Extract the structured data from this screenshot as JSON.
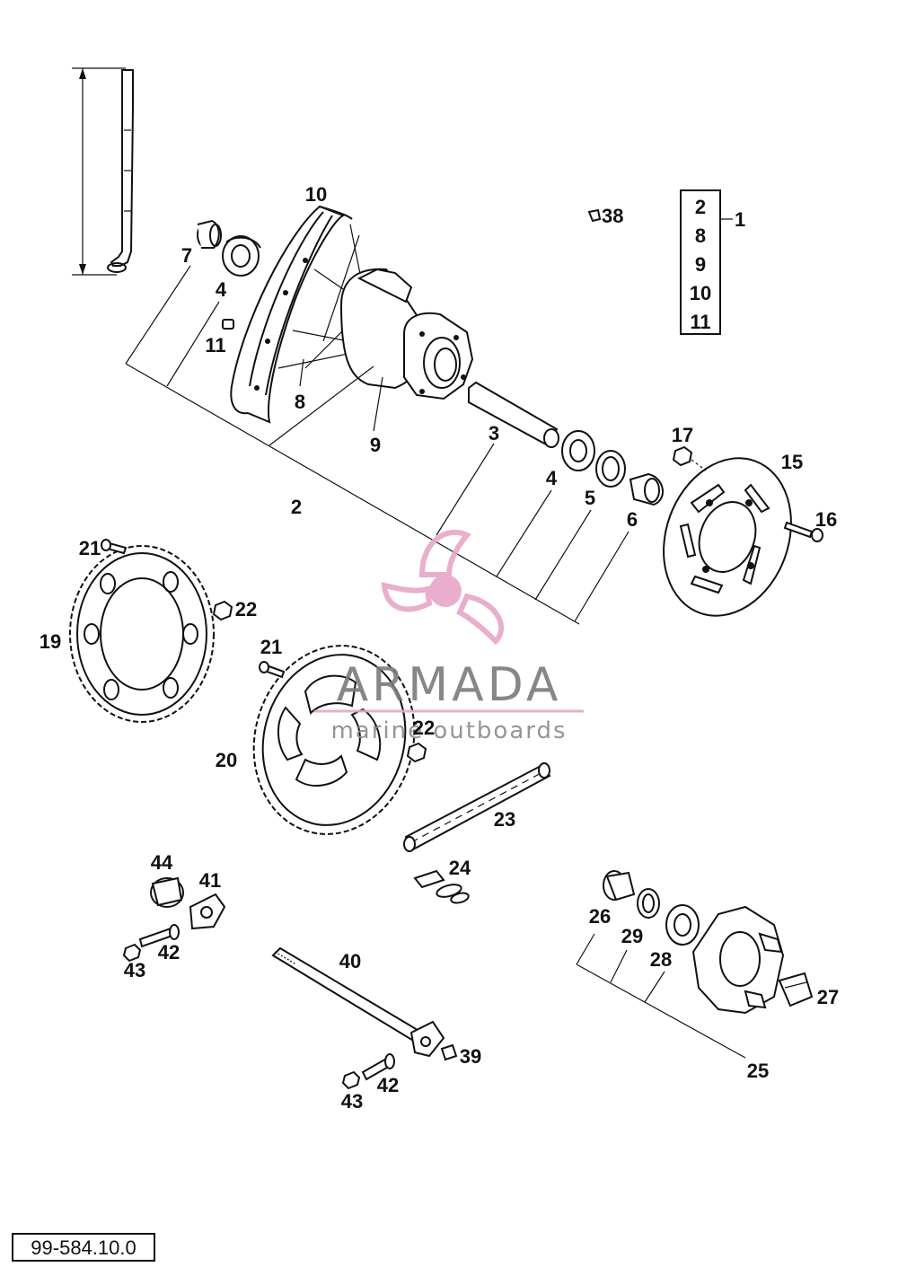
{
  "diagram": {
    "reference_number": "99-584.10.0",
    "watermark": {
      "brand": "ARMADA",
      "tagline": "marine outboards",
      "color_pink": "#e7a6c8",
      "color_gray": "#7b7b7b"
    },
    "kit_box": {
      "items": [
        "2",
        "8",
        "9",
        "10",
        "11"
      ],
      "kit_label": "1"
    },
    "callouts": [
      {
        "id": "c10a",
        "label": "10"
      },
      {
        "id": "c7",
        "label": "7"
      },
      {
        "id": "c4a",
        "label": "4"
      },
      {
        "id": "c11",
        "label": "11"
      },
      {
        "id": "c8",
        "label": "8"
      },
      {
        "id": "c9",
        "label": "9"
      },
      {
        "id": "c2",
        "label": "2"
      },
      {
        "id": "c3",
        "label": "3"
      },
      {
        "id": "c4b",
        "label": "4"
      },
      {
        "id": "c5",
        "label": "5"
      },
      {
        "id": "c6",
        "label": "6"
      },
      {
        "id": "c38",
        "label": "38"
      },
      {
        "id": "c17",
        "label": "17"
      },
      {
        "id": "c15",
        "label": "15"
      },
      {
        "id": "c16",
        "label": "16"
      },
      {
        "id": "c21a",
        "label": "21"
      },
      {
        "id": "c22a",
        "label": "22"
      },
      {
        "id": "c19",
        "label": "19"
      },
      {
        "id": "c21b",
        "label": "21"
      },
      {
        "id": "c22b",
        "label": "22"
      },
      {
        "id": "c20",
        "label": "20"
      },
      {
        "id": "c23",
        "label": "23"
      },
      {
        "id": "c24",
        "label": "24"
      },
      {
        "id": "c44",
        "label": "44"
      },
      {
        "id": "c41",
        "label": "41"
      },
      {
        "id": "c42a",
        "label": "42"
      },
      {
        "id": "c43a",
        "label": "43"
      },
      {
        "id": "c40",
        "label": "40"
      },
      {
        "id": "c39",
        "label": "39"
      },
      {
        "id": "c42b",
        "label": "42"
      },
      {
        "id": "c43b",
        "label": "43"
      },
      {
        "id": "c26",
        "label": "26"
      },
      {
        "id": "c29",
        "label": "29"
      },
      {
        "id": "c28",
        "label": "28"
      },
      {
        "id": "c27",
        "label": "27"
      },
      {
        "id": "c25",
        "label": "25"
      }
    ]
  }
}
